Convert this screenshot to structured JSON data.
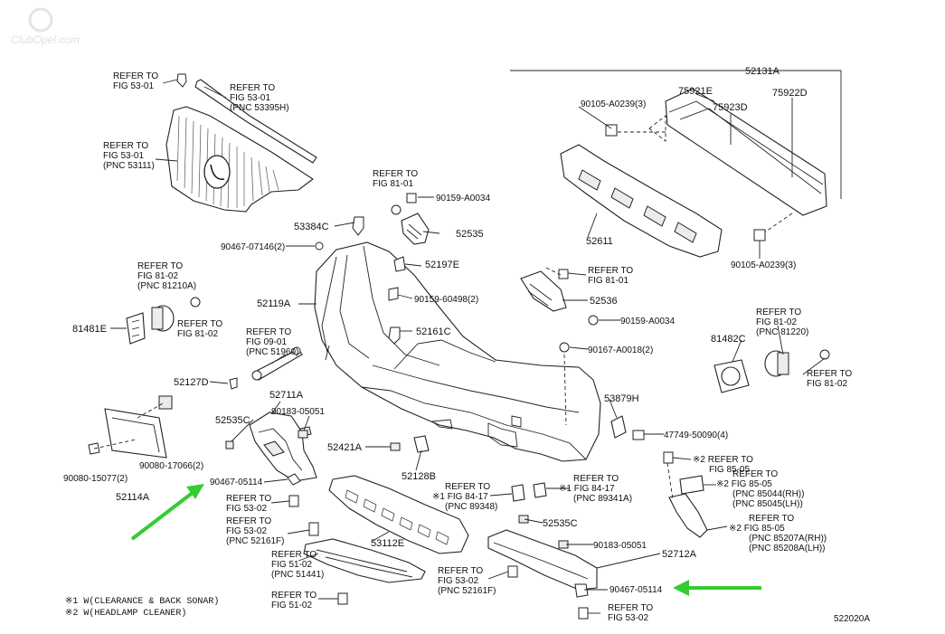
{
  "watermark": "ClubOpel.com",
  "diagram_code": "522020A",
  "colors": {
    "arrow": "#33cc33",
    "line": "#222222",
    "part_fill": "#ececec"
  },
  "labels": {
    "fig5301_a": [
      "REFER TO",
      "FIG 53-01"
    ],
    "fig5301_grille_strip": [
      "REFER TO",
      "FIG 53-01",
      "(PNC 53395H)"
    ],
    "fig5301_grille": [
      "REFER TO",
      "FIG 53-01",
      "(PNC 53111)"
    ],
    "fig8101_a": [
      "REFER TO",
      "FIG 81-01"
    ],
    "p90159_a0034_a": "90159-A0034",
    "p52535": "52535",
    "p53384c": "53384C",
    "p90467_07146": "90467-07146(2)",
    "p52197e": "52197E",
    "p52119a": "52119A",
    "p90159_60498": "90159-60498(2)",
    "fig8102_left": [
      "REFER TO",
      "FIG 81-02",
      "(PNC 81210A)"
    ],
    "p81481e": "81481E",
    "fig8102_left_b": [
      "REFER TO",
      "FIG 81-02"
    ],
    "p52161c": "52161C",
    "fig0901": [
      "REFER TO",
      "FIG 09-01",
      "(PNC 51960)"
    ],
    "p52127d": "52127D",
    "p52711a": "52711A",
    "p90183_05051_a": "90183-05051",
    "p52535c_a": "52535C",
    "p52421a": "52421A",
    "p90080_15077": "90080-15077(2)",
    "p90080_17066": "90080-17066(2)",
    "p52114a": "52114A",
    "p90467_05114_a": "90467-05114",
    "fig5302_a": [
      "REFER TO",
      "FIG 53-02"
    ],
    "fig5302_b": [
      "REFER TO",
      "FIG 53-02",
      "(PNC 52161F)"
    ],
    "p52128b": "52128B",
    "fig8417_a": [
      "REFER TO",
      "※1 FIG 84-17",
      "(PNC 89348)"
    ],
    "p53112e": "53112E",
    "fig5102_a": [
      "REFER TO",
      "FIG 51-02",
      "(PNC 51441)"
    ],
    "fig5102_b": [
      "REFER TO",
      "FIG 51-02"
    ],
    "p52131a": "52131A",
    "p75921e": "75921E",
    "p75923d": "75923D",
    "p75922d": "75922D",
    "p90105_a0239_a": "90105-A0239(3)",
    "p52611": "52611",
    "p90105_a0239_b": "90105-A0239(3)",
    "fig8101_b": [
      "REFER TO",
      "FIG 81-01"
    ],
    "p52536": "52536",
    "p90159_a0034_b": "90159-A0034",
    "fig8102_right": [
      "REFER TO",
      "FIG 81-02",
      "(PNC 81220)"
    ],
    "p81482c": "81482C",
    "fig8102_right_b": [
      "REFER TO",
      "FIG 81-02"
    ],
    "p90167_a0018": "90167-A0018(2)",
    "p53879h": "53879H",
    "p47749_50090": "47749-50090(4)",
    "fig8505_a": [
      "※2 REFER TO",
      "FIG 85-05"
    ],
    "fig8505_b": [
      "REFER TO",
      "※2 FIG 85-05",
      "(PNC 85044(RH))",
      "(PNC 85045(LH))"
    ],
    "fig8417_b": [
      "REFER TO",
      "※1 FIG 84-17",
      "(PNC 89341A)"
    ],
    "fig8505_c": [
      "REFER TO",
      "※2 FIG 85-05",
      "(PNC 85207A(RH))",
      "(PNC 85208A(LH))"
    ],
    "p52535c_b": "52535C",
    "p90183_05051_b": "90183-05051",
    "p52712a": "52712A",
    "fig5302_c": [
      "REFER TO",
      "FIG 53-02",
      "(PNC 52161F)"
    ],
    "p90467_05114_b": "90467-05114",
    "fig5302_d": [
      "REFER TO",
      "FIG 53-02"
    ]
  },
  "notes": [
    "※1 W(CLEARANCE & BACK SONAR)",
    "※2 W(HEADLAMP CLEANER)"
  ]
}
